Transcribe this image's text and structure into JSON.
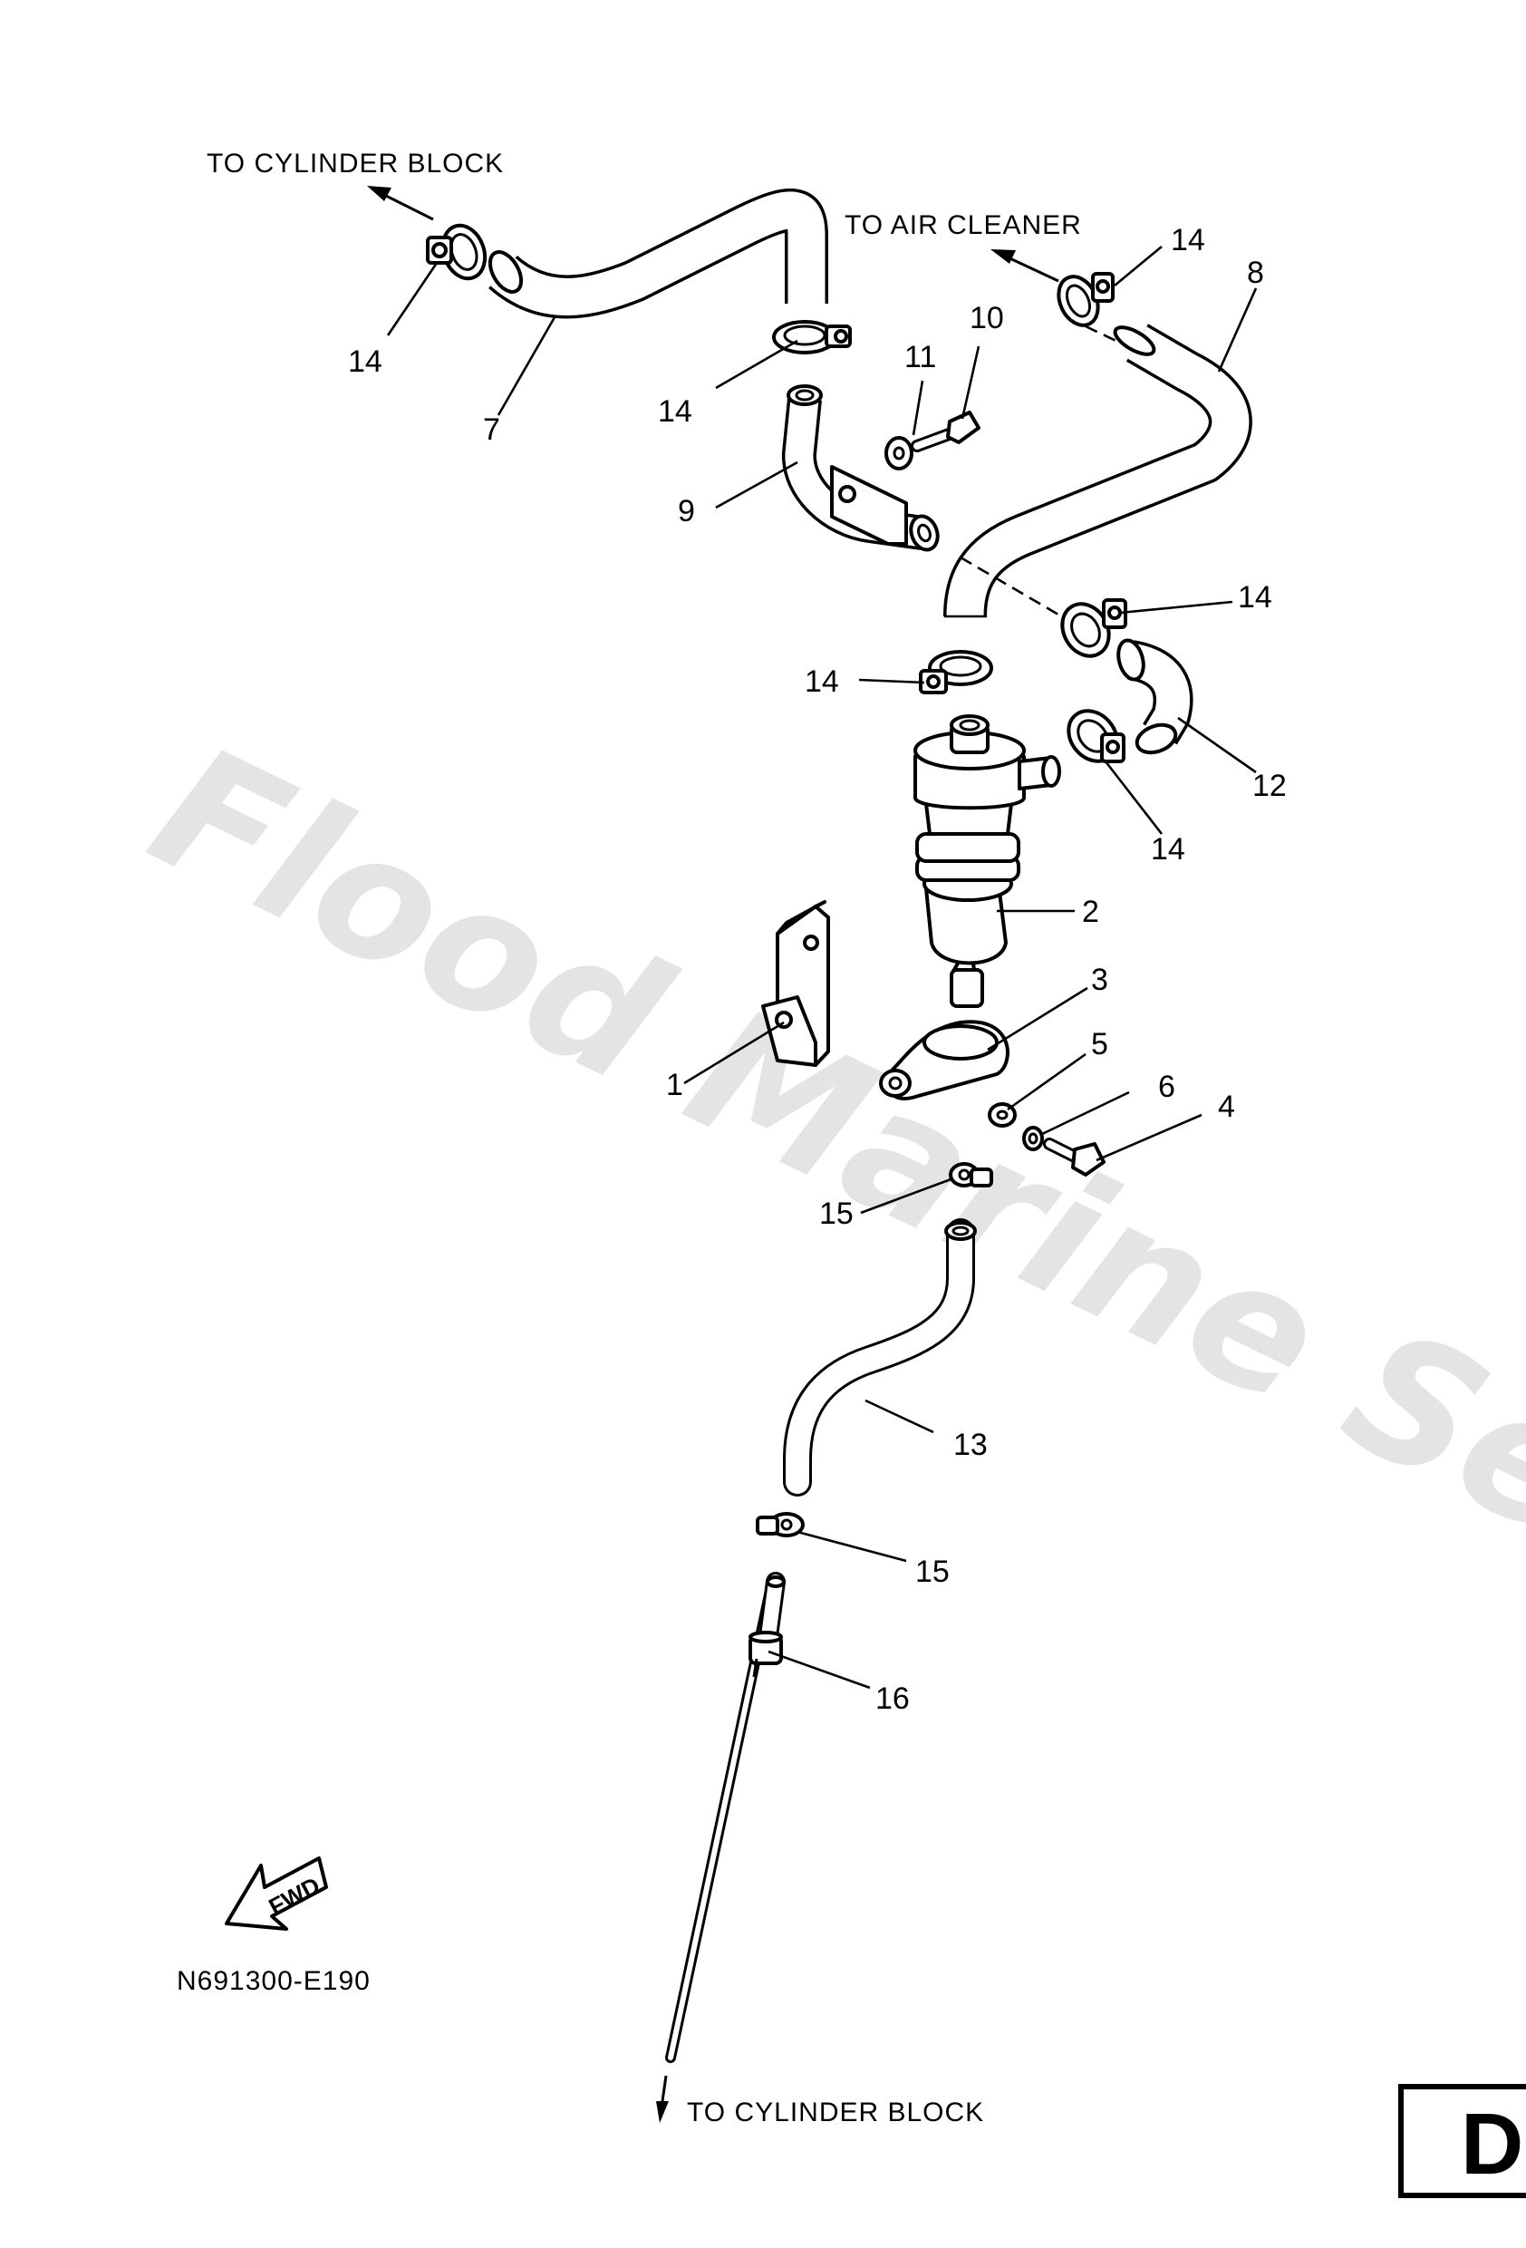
{
  "watermark": "Flood Marine Services",
  "notes": {
    "to_cylinder_block_top": "TO CYLINDER BLOCK",
    "to_air_cleaner": "TO AIR CLEANER",
    "to_cylinder_block_bottom": "TO CYLINDER BLOCK"
  },
  "fwd_label": "FWD",
  "drawing_code": "N691300-E190",
  "section_letter": "D",
  "callouts": {
    "c1": "1",
    "c2": "2",
    "c3": "3",
    "c4": "4",
    "c5": "5",
    "c6": "6",
    "c7": "7",
    "c8": "8",
    "c9": "9",
    "c10": "10",
    "c11": "11",
    "c12": "12",
    "c13": "13",
    "c14a": "14",
    "c14b": "14",
    "c14c": "14",
    "c14d": "14",
    "c14e": "14",
    "c14f": "14",
    "c15a": "15",
    "c15b": "15",
    "c16": "16"
  }
}
